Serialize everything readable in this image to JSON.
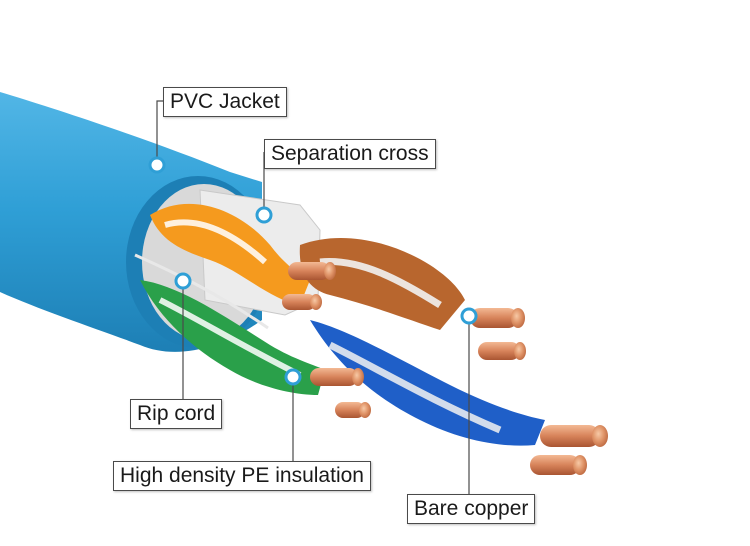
{
  "labels": {
    "pvc_jacket": "PVC Jacket",
    "separation_cross": "Separation cross",
    "rip_cord": "Rip cord",
    "pe_insulation": "High density PE insulation",
    "bare_copper": "Bare copper"
  },
  "colors": {
    "jacket": "#2f9fd6",
    "orange_pair": "#f59a1e",
    "brown_pair": "#b8662e",
    "green_pair": "#2aa04a",
    "blue_pair": "#1f5fc8",
    "copper": "#d88a5c",
    "leader_line": "#4a4a4a"
  }
}
